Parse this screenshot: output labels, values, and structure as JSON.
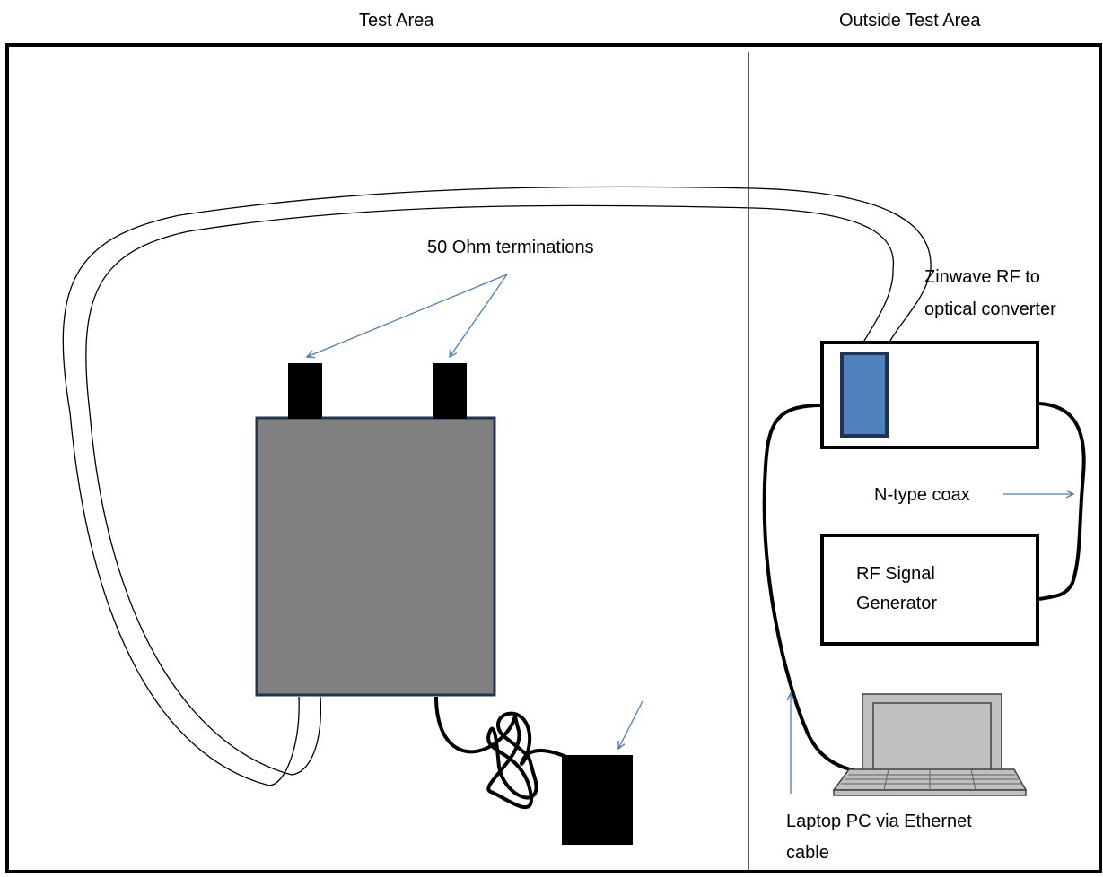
{
  "areas": {
    "test_area": "Test Area",
    "outside_test_area": "Outside Test Area"
  },
  "labels": {
    "terminations": "50 Ohm terminations",
    "converter_line1": "Zinwave RF to",
    "converter_line2": "optical converter",
    "coax": "N-type coax",
    "siggen_line1": "RF Signal",
    "siggen_line2": "Generator",
    "laptop_line1": "Laptop PC via Ethernet",
    "laptop_line2": "cable"
  },
  "colors": {
    "device_body": "#808080",
    "device_border": "#1f3553",
    "converter_port": "#4f81bd",
    "arrow": "#4a7ebb"
  }
}
